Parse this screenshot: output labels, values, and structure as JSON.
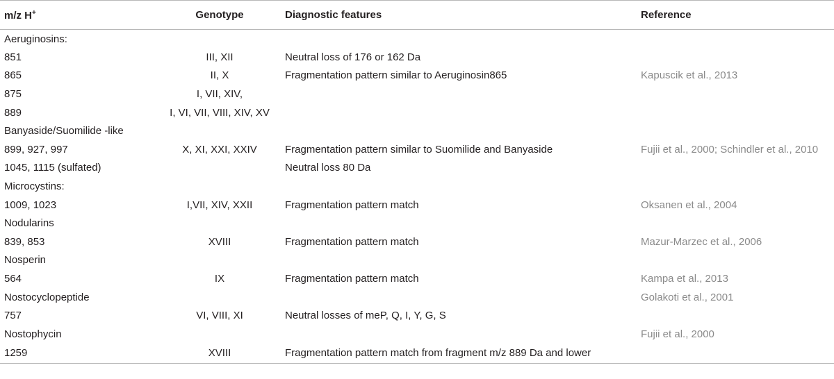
{
  "headers": {
    "mz": "m/z H",
    "mz_sup": "+",
    "genotype": "Genotype",
    "features": "Diagnostic features",
    "reference": "Reference"
  },
  "rows": [
    {
      "mz": "Aeruginosins:",
      "genotype": "",
      "features": "",
      "reference": ""
    },
    {
      "mz": "851",
      "genotype": "III, XII",
      "features": "Neutral loss of 176 or 162 Da",
      "reference": ""
    },
    {
      "mz": "865",
      "genotype": "II, X",
      "features": "Fragmentation pattern similar to Aeruginosin865",
      "reference": "Kapuscik et al., 2013"
    },
    {
      "mz": "875",
      "genotype": "I, VII, XIV,",
      "features": "",
      "reference": ""
    },
    {
      "mz": "889",
      "genotype": "I, VI, VII, VIII, XIV, XV",
      "features": "",
      "reference": ""
    },
    {
      "mz": "Banyaside/Suomilide -like",
      "genotype": "",
      "features": "",
      "reference": ""
    },
    {
      "mz": "899, 927, 997",
      "genotype": "X, XI, XXI, XXIV",
      "features": "Fragmentation pattern similar to Suomilide and Banyaside",
      "reference": "Fujii et al., 2000; Schindler et al., 2010"
    },
    {
      "mz": "1045, 1115 (sulfated)",
      "genotype": "",
      "features": "Neutral loss 80 Da",
      "reference": ""
    },
    {
      "mz": "Microcystins:",
      "genotype": "",
      "features": "",
      "reference": ""
    },
    {
      "mz": "1009, 1023",
      "genotype": "I,VII, XIV, XXII",
      "features": "Fragmentation pattern match",
      "reference": "Oksanen et al., 2004"
    },
    {
      "mz": "Nodularins",
      "genotype": "",
      "features": "",
      "reference": ""
    },
    {
      "mz": "839, 853",
      "genotype": "XVIII",
      "features": "Fragmentation pattern match",
      "reference": "Mazur-Marzec et al., 2006"
    },
    {
      "mz": "Nosperin",
      "genotype": "",
      "features": "",
      "reference": ""
    },
    {
      "mz": "564",
      "genotype": "IX",
      "features": "Fragmentation pattern match",
      "reference": "Kampa et al., 2013"
    },
    {
      "mz": "Nostocyclopeptide",
      "genotype": "",
      "features": "",
      "reference": "Golakoti et al., 2001"
    },
    {
      "mz": "757",
      "genotype": "VI, VIII, XI",
      "features": "Neutral losses of meP, Q, I, Y, G, S",
      "reference": ""
    },
    {
      "mz": "Nostophycin",
      "genotype": "",
      "features": "",
      "reference": "Fujii et al., 2000"
    },
    {
      "mz": "1259",
      "genotype": "XVIII",
      "features": "Fragmentation pattern match from fragment m/z 889 Da and lower",
      "reference": ""
    }
  ]
}
